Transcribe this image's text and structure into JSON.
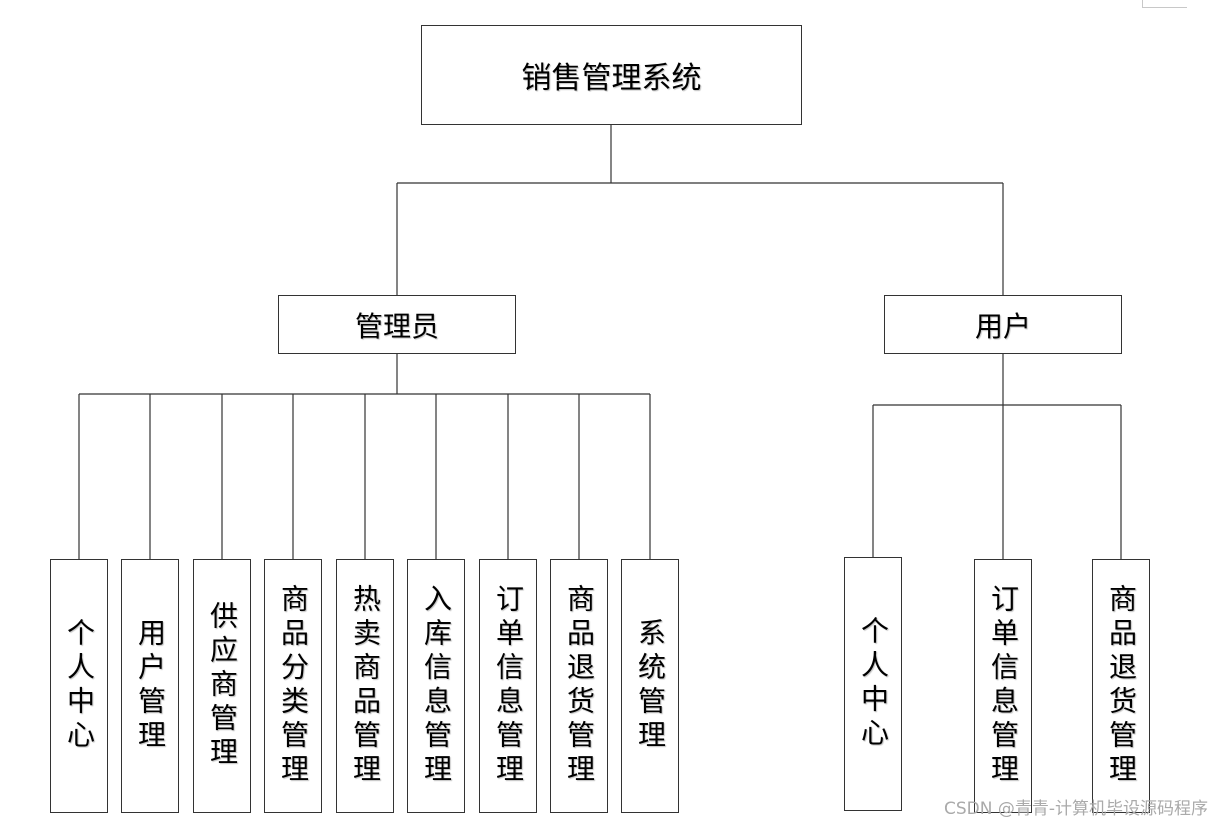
{
  "root": {
    "label": "销售管理系统"
  },
  "roles": [
    {
      "label": "管理员",
      "children": [
        "个人中心",
        "用户管理",
        "供应商管理",
        "商品分类管理",
        "热卖商品管理",
        "入库信息管理",
        "订单信息管理",
        "商品退货管理",
        "系统管理"
      ]
    },
    {
      "label": "用户",
      "children": [
        "个人中心",
        "订单信息管理",
        "商品退货管理"
      ]
    }
  ],
  "watermark": "CSDN @青青-计算机毕设源码程序"
}
